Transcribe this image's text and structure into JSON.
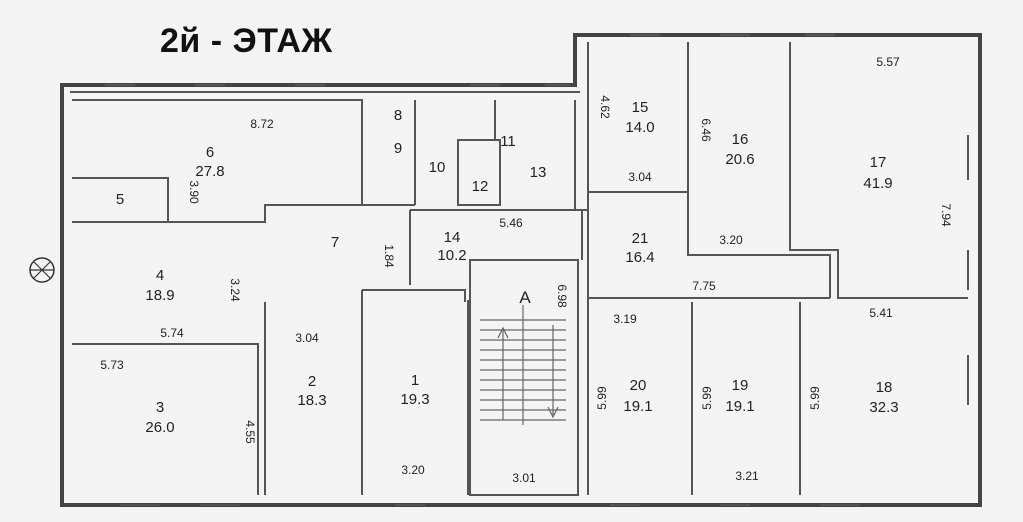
{
  "title": "2й - ЭТАЖ",
  "rooms": [
    {
      "id": "r1",
      "num": "1",
      "area": "19.3"
    },
    {
      "id": "r2",
      "num": "2",
      "area": "18.3"
    },
    {
      "id": "r3",
      "num": "3",
      "area": "26.0"
    },
    {
      "id": "r4",
      "num": "4",
      "area": "18.9"
    },
    {
      "id": "r5",
      "num": "5",
      "area": ""
    },
    {
      "id": "r6",
      "num": "6",
      "area": "27.8"
    },
    {
      "id": "r7",
      "num": "7",
      "area": ""
    },
    {
      "id": "r8",
      "num": "8",
      "area": ""
    },
    {
      "id": "r9",
      "num": "9",
      "area": ""
    },
    {
      "id": "r10",
      "num": "10",
      "area": ""
    },
    {
      "id": "r11",
      "num": "11",
      "area": ""
    },
    {
      "id": "r12",
      "num": "12",
      "area": ""
    },
    {
      "id": "r13",
      "num": "13",
      "area": ""
    },
    {
      "id": "r14",
      "num": "14",
      "area": "10.2"
    },
    {
      "id": "r15",
      "num": "15",
      "area": "14.0"
    },
    {
      "id": "r16",
      "num": "16",
      "area": "20.6"
    },
    {
      "id": "r17",
      "num": "17",
      "area": "41.9"
    },
    {
      "id": "r18",
      "num": "18",
      "area": "32.3"
    },
    {
      "id": "r19",
      "num": "19",
      "area": "19.1"
    },
    {
      "id": "r20",
      "num": "20",
      "area": "19.1"
    },
    {
      "id": "r21",
      "num": "21",
      "area": "16.4"
    },
    {
      "id": "rA",
      "num": "А",
      "area": ""
    }
  ],
  "dimensions": [
    "8.72",
    "3.90",
    "1.84",
    "3.24",
    "5.74",
    "5.73",
    "4.55",
    "3.04",
    "3.20",
    "5.46",
    "6.98",
    "3.01",
    "4.62",
    "3.04",
    "6.46",
    "3.20",
    "5.57",
    "7.94",
    "7.75",
    "3.19",
    "5.41",
    "5.99",
    "5.99",
    "5.99",
    "3.21"
  ]
}
